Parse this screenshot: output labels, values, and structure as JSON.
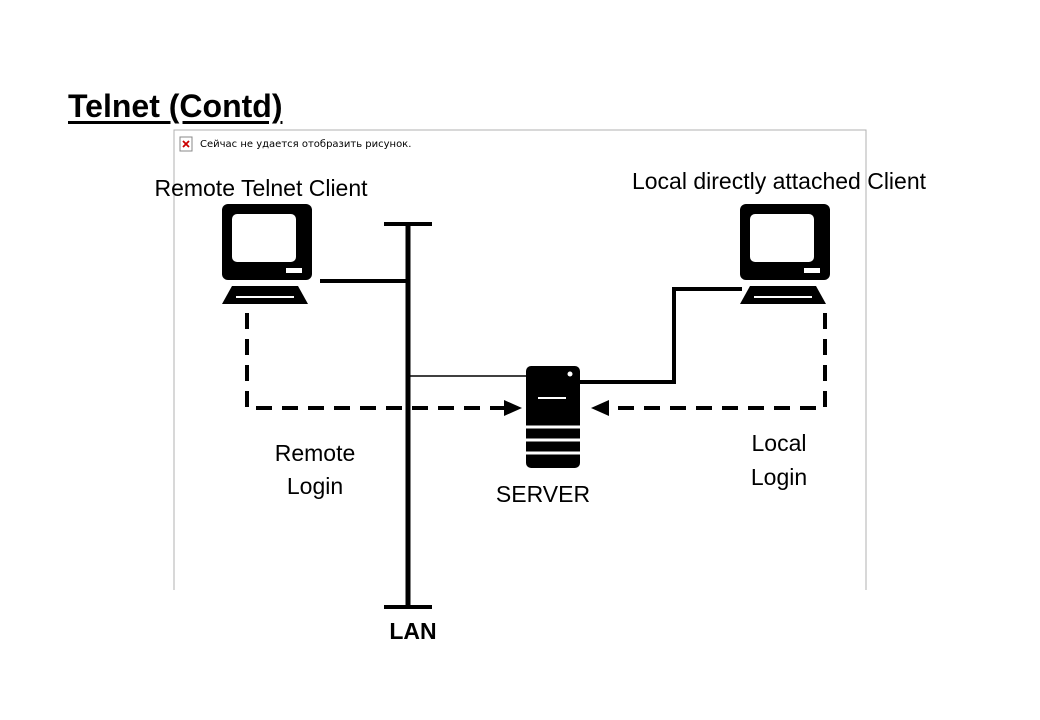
{
  "title": "Telnet (Contd)",
  "placeholder": {
    "message": "Сейчас не удается отобразить рисунок.",
    "icon": "broken-image-icon",
    "icon_color": "#cc0000"
  },
  "labels": {
    "remote_client": "Remote Telnet Client",
    "local_client": "Local directly attached Client",
    "remote_login_line1": "Remote",
    "remote_login_line2": "Login",
    "local_login_line1": "Local",
    "local_login_line2": "Login",
    "server": "SERVER",
    "lan": "LAN"
  },
  "icons": {
    "remote": "computer-terminal-icon",
    "local": "computer-terminal-icon",
    "server": "server-icon"
  }
}
